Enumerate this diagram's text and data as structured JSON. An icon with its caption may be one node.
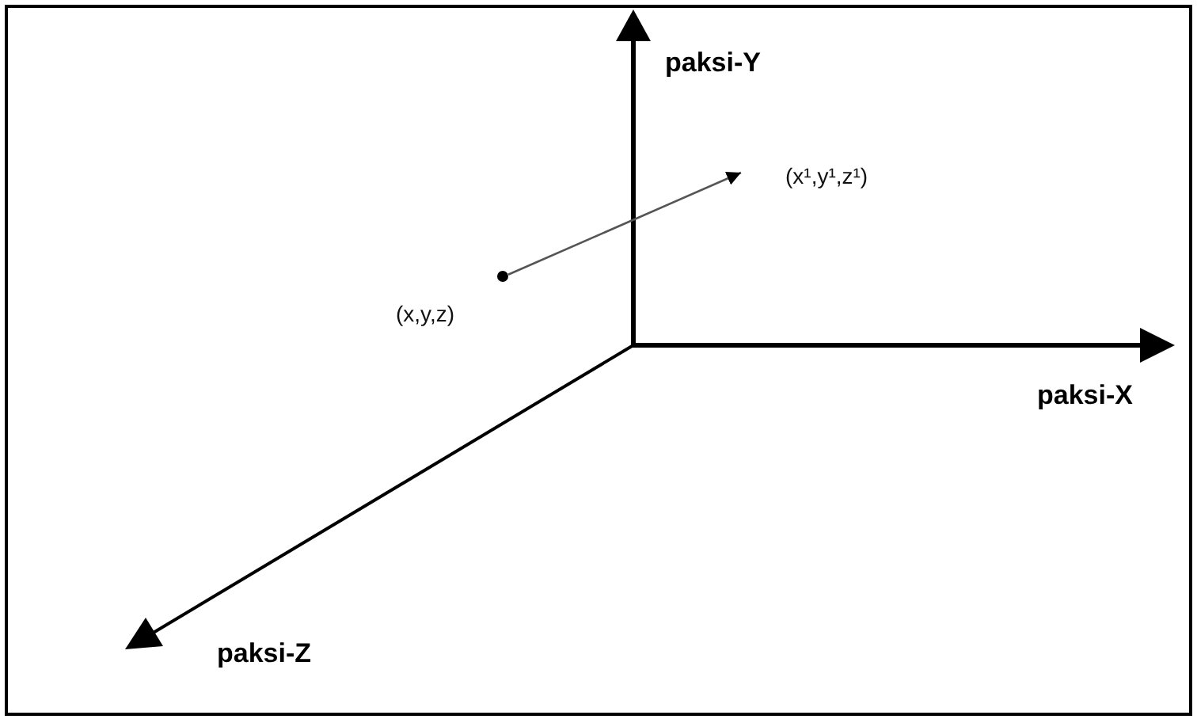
{
  "diagram": {
    "nodes": [
      {
        "text": [],
        "shape": "circle",
        "beside": [
          "(x,y,z)"
        ]
      },
      {
        "text": [
          "(x¹,y¹,z¹)"
        ]
      }
    ],
    "edges": [
      {
        "from": 0,
        "to": 1,
        "arrow": "to"
      }
    ],
    "labels": [
      "paksi-Y",
      "paksi-X",
      "paksi-Z"
    ]
  }
}
